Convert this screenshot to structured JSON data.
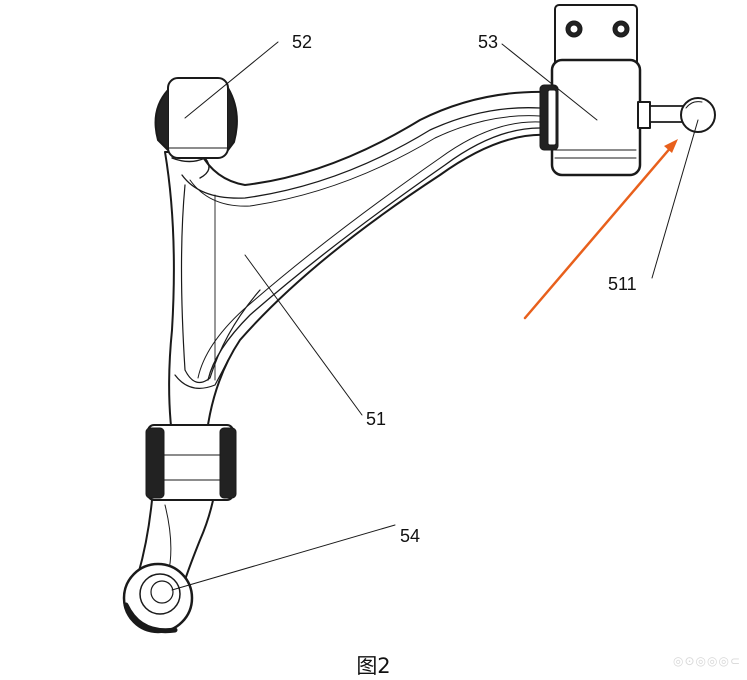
{
  "labels": {
    "arm": "51",
    "front_bushing": "52",
    "rear_bushing": "53",
    "knuckle_joint": "54",
    "ball_stud": "511"
  },
  "caption": "图2",
  "watermark": "◎⊙◎◎◎⊂"
}
